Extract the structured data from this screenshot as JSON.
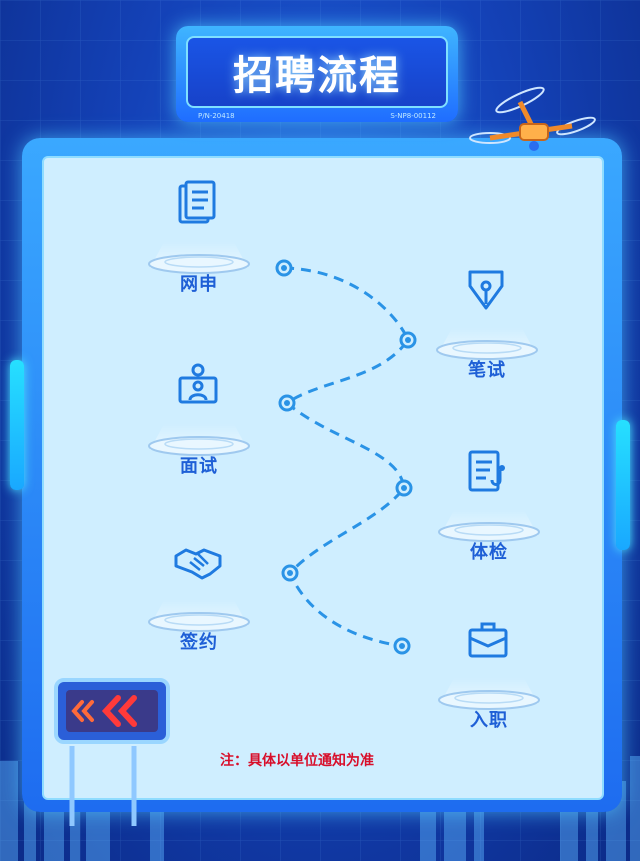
{
  "title": "招聘流程",
  "title_footer_left": "P/N-20418",
  "title_footer_right": "S-NP8-00112",
  "steps": [
    {
      "label": "网申",
      "icon": "document-icon"
    },
    {
      "label": "笔试",
      "icon": "pen-nib-icon"
    },
    {
      "label": "面试",
      "icon": "interview-icon"
    },
    {
      "label": "体检",
      "icon": "medical-checklist-icon"
    },
    {
      "label": "签约",
      "icon": "handshake-icon"
    },
    {
      "label": "入职",
      "icon": "briefcase-icon"
    }
  ],
  "note": "注：具体以单位通知为准",
  "colors": {
    "accent": "#1e5fd6",
    "note": "#d80e2a",
    "panel": "#cfeeff",
    "path": "#2a93e6"
  }
}
